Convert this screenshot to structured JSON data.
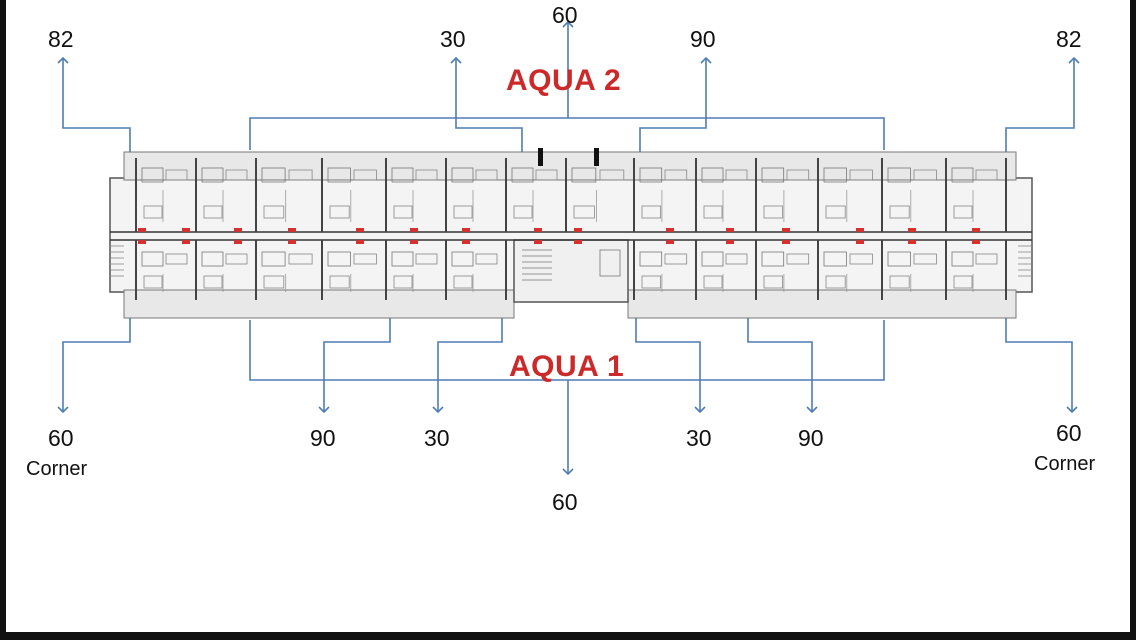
{
  "colors": {
    "arrow": "#4f7db5",
    "title": "#cc2a2a",
    "wall": "#444444",
    "corridor": "#d23232",
    "background": "#ffffff",
    "frame": "#111111"
  },
  "titles": {
    "top": "AQUA 2",
    "bottom": "AQUA 1"
  },
  "top_labels": {
    "left_82": "82",
    "inner_30": "30",
    "center_60": "60",
    "inner_90": "90",
    "right_82": "82"
  },
  "bottom_labels": {
    "left_60": "60",
    "left_corner": "Corner",
    "inner_90_left": "90",
    "inner_30_left": "30",
    "center_60": "60",
    "inner_30_right": "30",
    "inner_90_right": "90",
    "right_60": "60",
    "right_corner": "Corner"
  }
}
